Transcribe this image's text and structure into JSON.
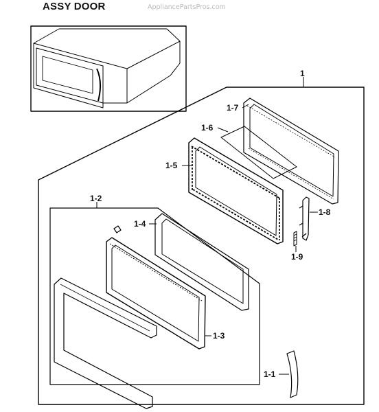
{
  "header": {
    "title": "ASSY DOOR",
    "watermark": "AppliancePartsPros.com"
  },
  "callouts": {
    "c1": "1",
    "c1_2": "1-2",
    "c1_7": "1-7",
    "c1_6": "1-6",
    "c1_5": "1-5",
    "c1_8": "1-8",
    "c1_4": "1-4",
    "c1_9": "1-9",
    "c1_3": "1-3",
    "c1_1": "1-1"
  }
}
